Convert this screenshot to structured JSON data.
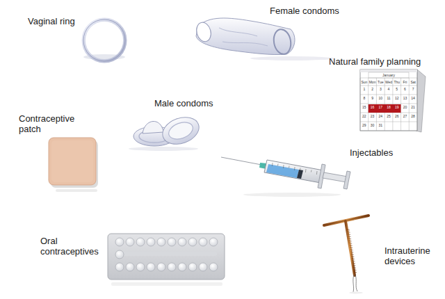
{
  "diagram": {
    "labels": [
      "Vaginal ring",
      "Female condoms",
      "Natural family planning",
      "Contraceptive patch",
      "Male condoms",
      "Injectables",
      "Oral contraceptives",
      "Intrauterine devices",
      "January",
      "Sun",
      "Mon",
      "Tue",
      "Wed",
      "Thu",
      "Fri",
      "Sat",
      "1",
      "2",
      "3",
      "4",
      "5",
      "6",
      "7",
      "8",
      "9",
      "10",
      "11",
      "12",
      "13",
      "14",
      "15",
      "16",
      "17",
      "18",
      "19",
      "20",
      "21",
      "22",
      "23",
      "24",
      "25",
      "26",
      "27",
      "28",
      "29",
      "30",
      "31"
    ]
  }
}
